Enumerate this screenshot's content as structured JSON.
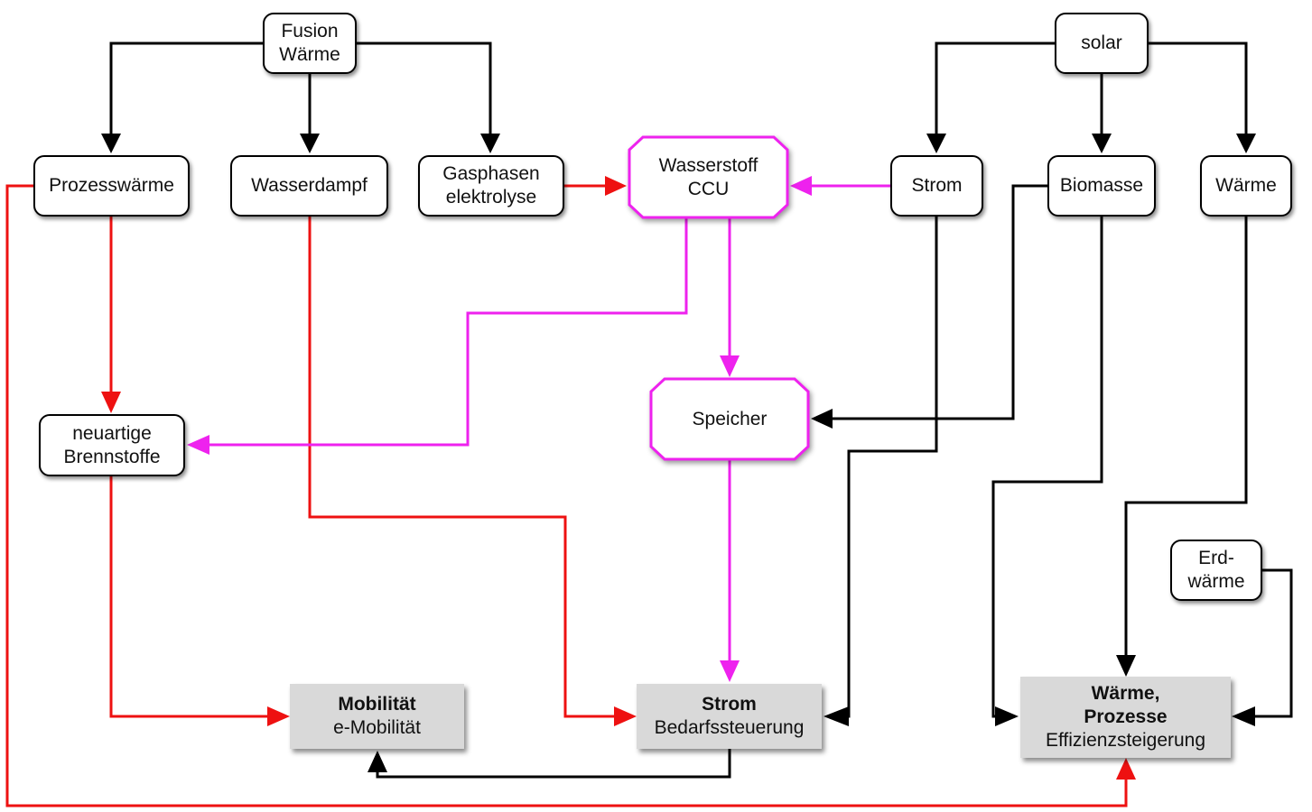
{
  "nodes": {
    "fusion": [
      "Fusion",
      "Wärme"
    ],
    "solar": "solar",
    "prozesswaerme": "Prozesswärme",
    "wasserdampf": "Wasserdampf",
    "gasphasen": [
      "Gasphasen",
      "elektrolyse"
    ],
    "wasserstoff": [
      "Wasserstoff",
      "CCU"
    ],
    "strom_source": "Strom",
    "biomasse": "Biomasse",
    "waerme_source": "Wärme",
    "brennstoffe": [
      "neuartige",
      "Brennstoffe"
    ],
    "speicher": "Speicher",
    "erdwaerme": [
      "Erd-",
      "wärme"
    ],
    "mobilitaet": {
      "title": "Mobilität",
      "sub": "e-Mobilität"
    },
    "strom_target": {
      "title": "Strom",
      "sub": "Bedarfssteuerung"
    },
    "waerme_target": {
      "title": [
        "Wärme,",
        "Prozesse"
      ],
      "sub": "Effizienzsteigerung"
    }
  },
  "colors": {
    "black_edge": "#000000",
    "red_edge": "#ee1111",
    "magenta_edge": "#ee22ee",
    "target_fill": "#d9d9d9"
  }
}
